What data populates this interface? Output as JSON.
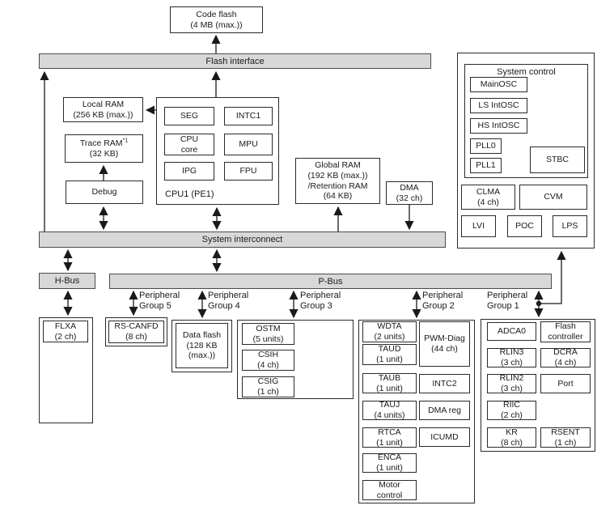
{
  "colors": {
    "bus_fill": "#d8d8d8",
    "line": "#1a1a1a",
    "box_border": "#2a2a2a"
  },
  "top": {
    "code_flash": {
      "l1": "Code flash",
      "l2": "(4 MB (max.))"
    }
  },
  "buses": {
    "flash_interface": "Flash interface",
    "system_interconnect": "System interconnect",
    "h_bus": "H-Bus",
    "p_bus": "P-Bus"
  },
  "left_column": {
    "local_ram": {
      "l1": "Local RAM",
      "l2": "(256 KB (max.))"
    },
    "trace_ram": {
      "l1": "Trace RAM",
      "sup": "*1",
      "l2": "(32 KB)"
    },
    "debug": "Debug"
  },
  "cpu1": {
    "label": "CPU1 (PE1)",
    "seg": "SEG",
    "intc1": "INTC1",
    "cpu_core": {
      "l1": "CPU",
      "l2": "core"
    },
    "mpu": "MPU",
    "ipg": "IPG",
    "fpu": "FPU"
  },
  "memories": {
    "global_ram": {
      "l1": "Global RAM",
      "l2": "(192 KB (max.))",
      "l3": "/Retention RAM",
      "l4": "(64 KB)"
    },
    "dma": {
      "l1": "DMA",
      "l2": "(32 ch)"
    }
  },
  "system_control": {
    "title": "System control",
    "mainosc": "MainOSC",
    "ls_intosc": "LS IntOSC",
    "hs_intosc": "HS IntOSC",
    "pll0": "PLL0",
    "pll1": "PLL1",
    "stbc": "STBC",
    "clma": {
      "l1": "CLMA",
      "l2": "(4 ch)"
    },
    "cvm": "CVM",
    "lvi": "LVI",
    "poc": "POC",
    "lps": "LPS"
  },
  "group_labels": {
    "g5": {
      "l1": "Peripheral",
      "l2": "Group 5"
    },
    "g4": {
      "l1": "Peripheral",
      "l2": "Group 4"
    },
    "g3": {
      "l1": "Peripheral",
      "l2": "Group 3"
    },
    "g2": {
      "l1": "Peripheral",
      "l2": "Group 2"
    },
    "g1": {
      "l1": "Peripheral",
      "l2": "Group 1"
    }
  },
  "peripherals": {
    "hbus_group": {
      "flxa": {
        "l1": "FLXA",
        "l2": "(2 ch)"
      }
    },
    "group5": {
      "rs_canfd": {
        "l1": "RS-CANFD",
        "l2": "(8 ch)"
      }
    },
    "group4": {
      "data_flash": {
        "l1": "Data flash",
        "l2": "(128 KB",
        "l3": "(max.))"
      }
    },
    "group3": {
      "ostm": {
        "l1": "OSTM",
        "l2": "(5 units)"
      },
      "csih": {
        "l1": "CSIH",
        "l2": "(4 ch)"
      },
      "csig": {
        "l1": "CSIG",
        "l2": "(1 ch)"
      }
    },
    "group2": {
      "wdta": {
        "l1": "WDTA",
        "l2": "(2 units)"
      },
      "taud": {
        "l1": "TAUD",
        "l2": "(1 unit)"
      },
      "taub": {
        "l1": "TAUB",
        "l2": "(1 unit)"
      },
      "tauj": {
        "l1": "TAUJ",
        "l2": "(4 units)"
      },
      "rtca": {
        "l1": "RTCA",
        "l2": "(1 unit)"
      },
      "enca": {
        "l1": "ENCA",
        "l2": "(1 unit)"
      },
      "motor_control": {
        "l1": "Motor",
        "l2": "control"
      },
      "pwm_diag": {
        "l1": "PWM-Diag",
        "l2": "(44 ch)"
      },
      "intc2": "INTC2",
      "dma_reg": "DMA reg",
      "icumd": "ICUMD"
    },
    "group1": {
      "adca0": "ADCA0",
      "rlin3": {
        "l1": "RLIN3",
        "l2": "(3 ch)"
      },
      "rlin2": {
        "l1": "RLIN2",
        "l2": "(3 ch)"
      },
      "riic": {
        "l1": "RIIC",
        "l2": "(2 ch)"
      },
      "kr": {
        "l1": "KR",
        "l2": "(8 ch)"
      },
      "flash_controller": {
        "l1": "Flash",
        "l2": "controller"
      },
      "dcra": {
        "l1": "DCRA",
        "l2": "(4 ch)"
      },
      "port": "Port",
      "rsent": {
        "l1": "RSENT",
        "l2": "(1 ch)"
      }
    }
  }
}
